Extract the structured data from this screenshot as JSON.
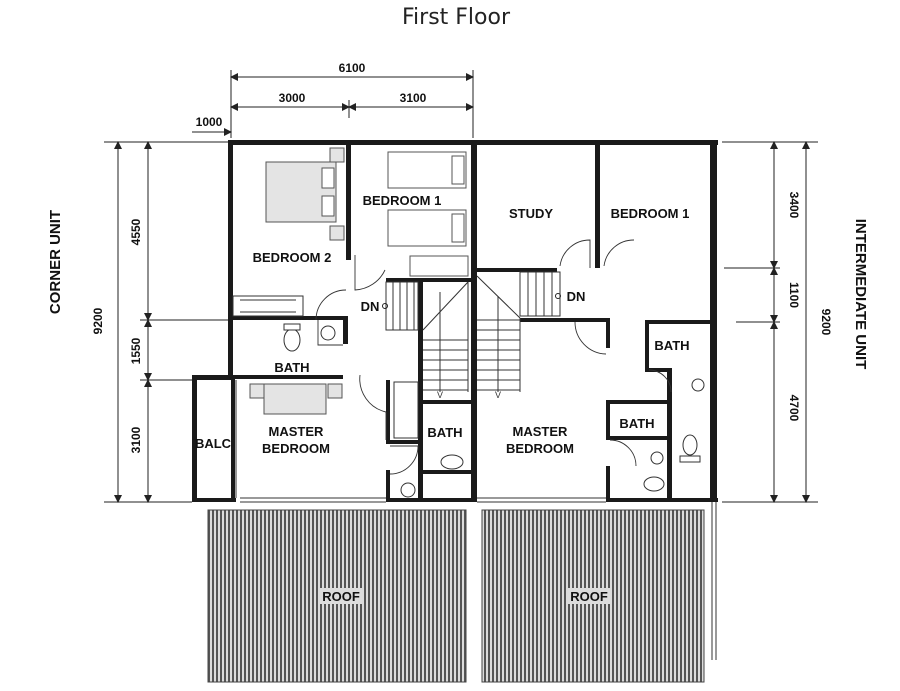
{
  "title": "First Floor",
  "side_labels": {
    "left": "CORNER UNIT",
    "right": "INTERMEDIATE UNIT"
  },
  "dimensions": {
    "top_total": "6100",
    "top_left": "3000",
    "top_right": "3100",
    "balcony": "1000",
    "left_total": "9200",
    "left_a": "4550",
    "left_b": "1550",
    "left_c": "3100",
    "right_total": "9200",
    "right_a": "3400",
    "right_b": "1100",
    "right_c": "4700"
  },
  "rooms": {
    "corner": {
      "bedroom_2": "BEDROOM 2",
      "bedroom_1": "BEDROOM 1",
      "bath_upper": "BATH",
      "master_line1": "MASTER",
      "master_line2": "BEDROOM",
      "balc": "BALC",
      "bath_lower": "BATH",
      "dn": "DN"
    },
    "intermediate": {
      "study": "STUDY",
      "bedroom_1": "BEDROOM 1",
      "bath_upper": "BATH",
      "bath_lower": "BATH",
      "master_line1": "MASTER",
      "master_line2": "BEDROOM",
      "dn": "DN"
    }
  },
  "roof": {
    "left": "ROOF",
    "right": "ROOF"
  }
}
